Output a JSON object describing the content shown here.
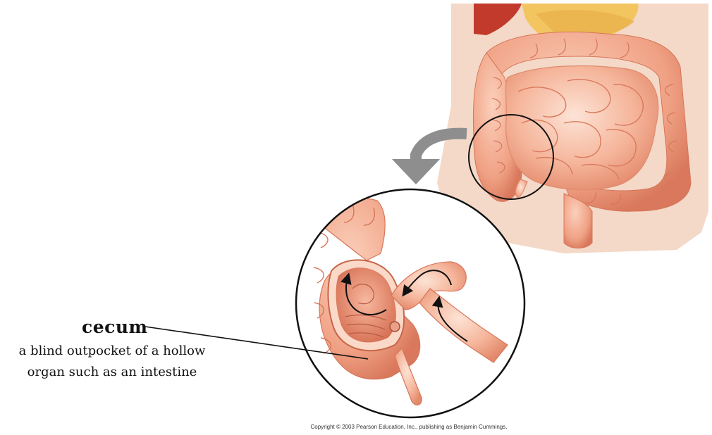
{
  "label": {
    "term": "cecum",
    "definition": "a blind outpocket of a hollow organ such as an intestine"
  },
  "copyright": "Copyright © 2003 Pearson Education, Inc., publishing as Benjamin Cummings.",
  "colors": {
    "skin": "#f3d6c4",
    "intestine": "#f2a88a",
    "intestine_light": "#fbd9c8",
    "intestine_dark": "#e07f62",
    "liver": "#c9402f",
    "fat": "#f0c86a",
    "pointer_arrow": "#8e8e8e"
  }
}
